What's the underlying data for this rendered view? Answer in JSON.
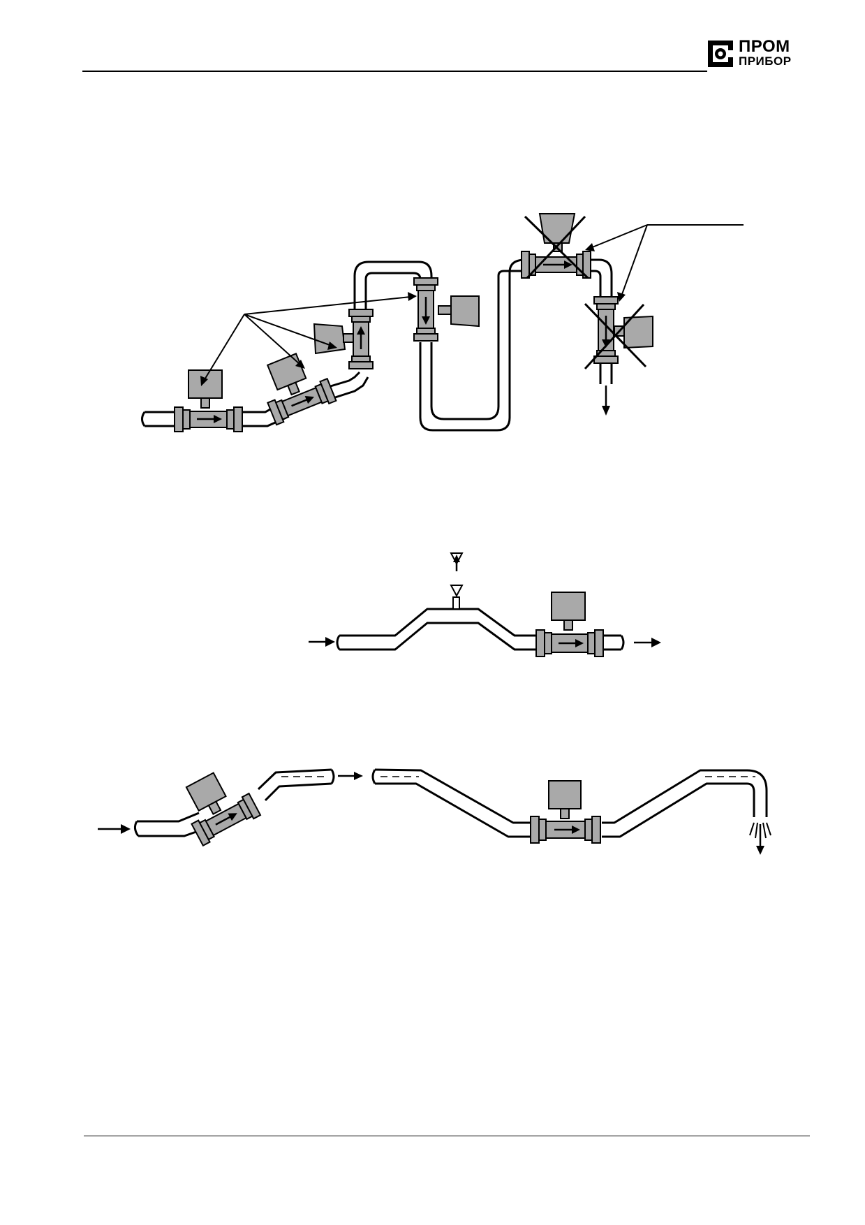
{
  "logo": {
    "line1": "ПРОМ",
    "line2": "ПРИБОР"
  },
  "colors": {
    "instrument_gray": "#a9a9a9",
    "line": "#000000",
    "background": "#ffffff"
  },
  "figures": [
    {
      "id": "installation-positions",
      "description_hidden": true
    },
    {
      "id": "air-vent-installation"
    },
    {
      "id": "partially-filled-pipeline"
    }
  ]
}
